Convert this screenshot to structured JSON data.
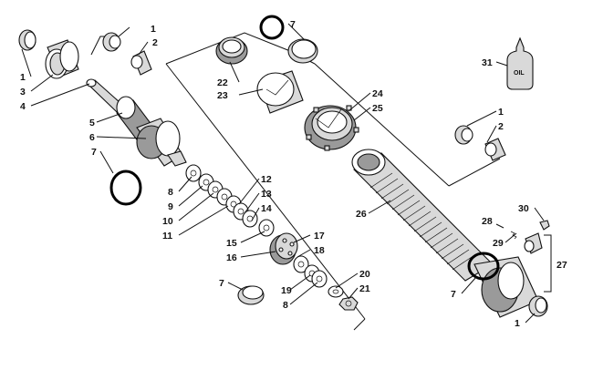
{
  "diagram": {
    "callouts": [
      {
        "id": "c1a",
        "text": "1"
      },
      {
        "id": "c2a",
        "text": "2"
      },
      {
        "id": "c1b",
        "text": "1"
      },
      {
        "id": "c3",
        "text": "3"
      },
      {
        "id": "c4",
        "text": "4"
      },
      {
        "id": "c5",
        "text": "5"
      },
      {
        "id": "c6",
        "text": "6"
      },
      {
        "id": "c7a",
        "text": "7"
      },
      {
        "id": "c8a",
        "text": "8"
      },
      {
        "id": "c9",
        "text": "9"
      },
      {
        "id": "c10",
        "text": "10"
      },
      {
        "id": "c11",
        "text": "11"
      },
      {
        "id": "c12",
        "text": "12"
      },
      {
        "id": "c13",
        "text": "13"
      },
      {
        "id": "c14",
        "text": "14"
      },
      {
        "id": "c15",
        "text": "15"
      },
      {
        "id": "c16",
        "text": "16"
      },
      {
        "id": "c17",
        "text": "17"
      },
      {
        "id": "c18",
        "text": "18"
      },
      {
        "id": "c19",
        "text": "19"
      },
      {
        "id": "c8b",
        "text": "8"
      },
      {
        "id": "c20",
        "text": "20"
      },
      {
        "id": "c21",
        "text": "21"
      },
      {
        "id": "c7b",
        "text": "7"
      },
      {
        "id": "c7c",
        "text": "7"
      },
      {
        "id": "c22",
        "text": "22"
      },
      {
        "id": "c23",
        "text": "23"
      },
      {
        "id": "c24",
        "text": "24"
      },
      {
        "id": "c25",
        "text": "25"
      },
      {
        "id": "c26",
        "text": "26"
      },
      {
        "id": "c31",
        "text": "31"
      },
      {
        "id": "c1c",
        "text": "1"
      },
      {
        "id": "c2b",
        "text": "2"
      },
      {
        "id": "c30",
        "text": "30"
      },
      {
        "id": "c28",
        "text": "28"
      },
      {
        "id": "c29",
        "text": "29"
      },
      {
        "id": "c27",
        "text": "27"
      },
      {
        "id": "c7d",
        "text": "7"
      },
      {
        "id": "c1d",
        "text": "1"
      }
    ],
    "bottle_label": "OIL"
  }
}
